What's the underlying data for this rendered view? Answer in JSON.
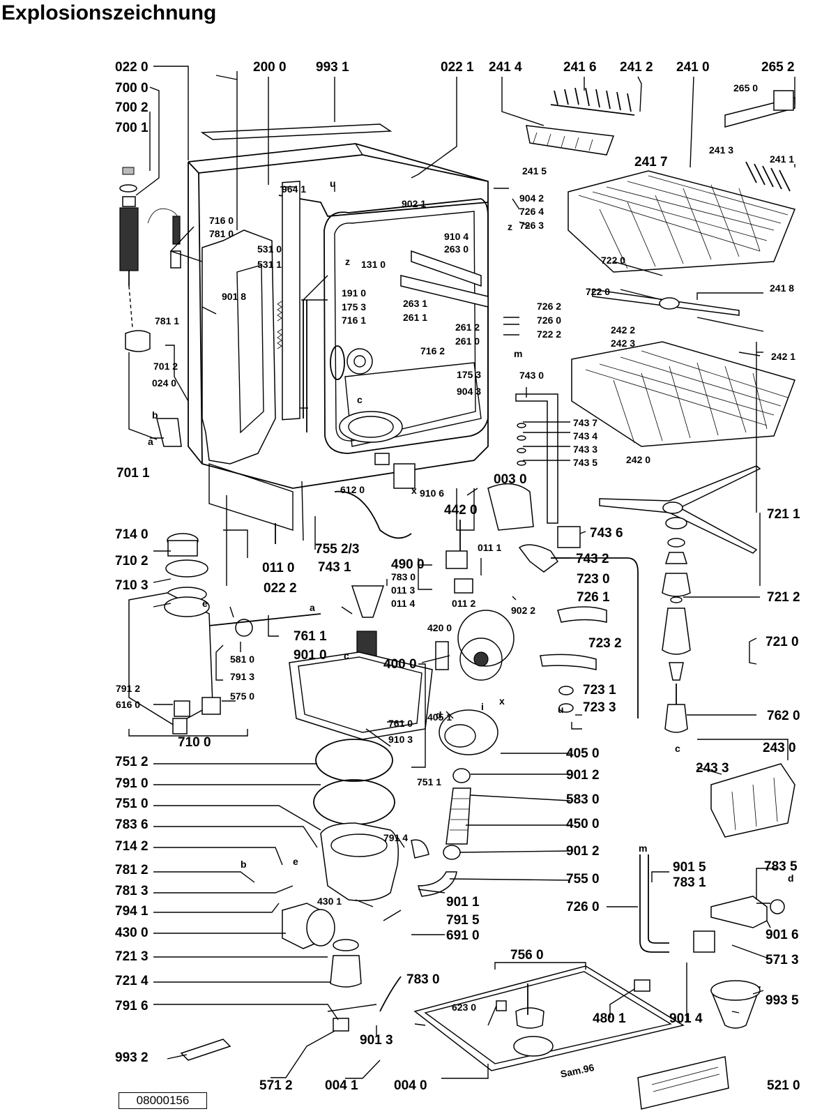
{
  "title": "Explosionszeichnung",
  "document_number": "08000156",
  "stamp": "Sam.96",
  "letter_markers": [
    "a",
    "b",
    "c",
    "d",
    "e",
    "i",
    "m",
    "u",
    "x",
    "z"
  ],
  "part_labels": [
    "022 0",
    "700 0",
    "700 2",
    "700 1",
    "200 0",
    "993 1",
    "022 1",
    "241 4",
    "241 6",
    "241 2",
    "241 0",
    "265 2",
    "265 0",
    "241 5",
    "241 3",
    "241 1",
    "241 7",
    "964 1",
    "902 1",
    "904 2",
    "726 4",
    "726 3",
    "716 0",
    "781 0",
    "531 0",
    "531 1",
    "131 0",
    "910 4",
    "263 0",
    "901 8",
    "191 0",
    "175 3",
    "716 1",
    "263 1",
    "261 1",
    "726 2",
    "726 0",
    "722 2",
    "722 0",
    "241 8",
    "722 0",
    "781 1",
    "261 2",
    "261 0",
    "716 2",
    "242 2",
    "242 3",
    "242 1",
    "701 2",
    "024 0",
    "175 3",
    "904 3",
    "743 0",
    "743 7",
    "743 4",
    "743 3",
    "743 5",
    "242 0",
    "701 1",
    "612 0",
    "910 6",
    "003 0",
    "442 0",
    "743 6",
    "721 1",
    "714 0",
    "755 2/3",
    "743 1",
    "011 0",
    "011 1",
    "743 2",
    "710 2",
    "490 0",
    "783 0",
    "011 3",
    "011 4",
    "011 2",
    "710 3",
    "022 2",
    "723 0",
    "726 1",
    "721 2",
    "761 1",
    "902 2",
    "420 0",
    "723 2",
    "721 0",
    "581 0",
    "901 0",
    "400 0",
    "791 3",
    "791 2",
    "616 0",
    "575 0",
    "405 1",
    "723 1",
    "723 3",
    "761 0",
    "762 0",
    "710 0",
    "910 3",
    "751 2",
    "405 0",
    "243 0",
    "243 3",
    "791 0",
    "751 1",
    "901 2",
    "751 0",
    "583 0",
    "783 6",
    "450 0",
    "714 2",
    "791 4",
    "901 2",
    "781 2",
    "755 0",
    "781 3",
    "430 1",
    "901 1",
    "901 5",
    "783 5",
    "783 1",
    "794 1",
    "791 5",
    "726 0",
    "430 0",
    "691 0",
    "901 6",
    "721 3",
    "756 0",
    "571 3",
    "721 4",
    "783 0",
    "480 1",
    "901 4",
    "993 5",
    "791 6",
    "623 0",
    "901 3",
    "993 2",
    "571 2",
    "004 1",
    "004 0",
    "521 0"
  ]
}
